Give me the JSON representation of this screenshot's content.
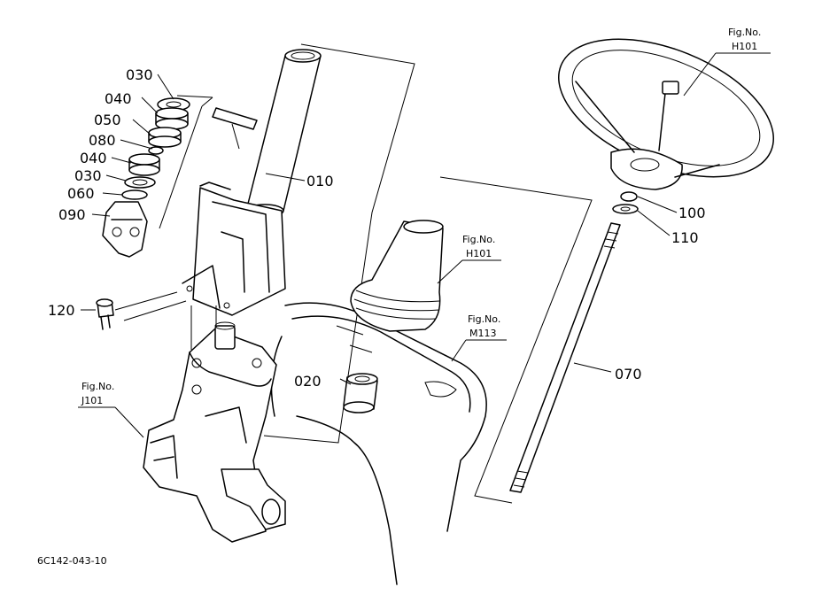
{
  "diagram": {
    "parts": {
      "p010": "010",
      "p020": "020",
      "p030a": "030",
      "p040a": "040",
      "p050": "050",
      "p080": "080",
      "p040b": "040",
      "p030b": "030",
      "p060": "060",
      "p090": "090",
      "p070": "070",
      "p100": "100",
      "p110": "110",
      "p120": "120"
    },
    "figrefs": {
      "wheel": {
        "label": "Fig.No.",
        "number": "H101"
      },
      "cover": {
        "label": "Fig.No.",
        "number": "H101"
      },
      "panel": {
        "label": "Fig.No.",
        "number": "M113"
      },
      "pump": {
        "label": "Fig.No.",
        "number": "J101"
      }
    },
    "code": "6C142-043-10"
  }
}
